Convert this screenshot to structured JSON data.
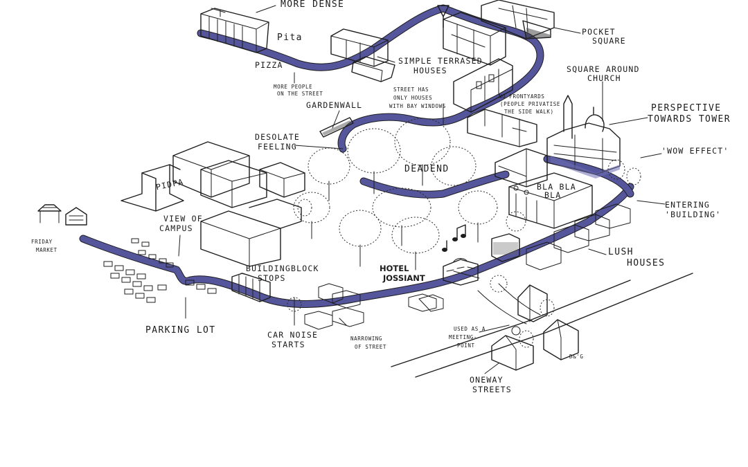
{
  "labels": {
    "more_dense": "MORE DENSE",
    "pita_1": "Pita",
    "pizza": "PIZZA",
    "more_people_1": "MORE PEOPLE",
    "more_people_2": "ON THE STREET",
    "simple_terrased_1": "SIMPLE TERRASED",
    "simple_terrased_2": "HOUSES",
    "pocket_square_1": "POCKET",
    "pocket_square_2": "SQUARE",
    "square_church_1": "SQUARE AROUND",
    "square_church_2": "CHURCH",
    "street_has_1": "STREET HAS",
    "street_has_2": "ONLY HOUSES",
    "street_has_3": "WITH BAY WINDOWS",
    "no_frontyards_1": "NO FRONTYARDS",
    "no_frontyards_2": "(PEOPLE PRIVATISE",
    "no_frontyards_3": "THE SIDE WALK)",
    "gardenwall": "GARDENWALL",
    "perspective_1": "PERSPECTIVE",
    "perspective_2": "TOWARDS TOWER",
    "desolate_1": "DESOLATE",
    "desolate_2": "FEELING",
    "wow_effect": "'WOW EFFECT'",
    "deadend": "DEADEND",
    "bla_bla_1": "BLA BLA",
    "bla_bla_2": "BLA",
    "pita_2": "PIDPA",
    "entering_1": "ENTERING",
    "entering_2": "'BUILDING'",
    "view_campus_1": "VIEW OF",
    "view_campus_2": "CAMPUS",
    "friday_market_1": "FRIDAY",
    "friday_market_2": "MARKET",
    "lush_houses_1": "LUSH",
    "lush_houses_2": "HOUSES",
    "building_block_1": "BUILDINGBLOCK",
    "building_block_2": "STOPS",
    "hotel_1": "HOTEL",
    "hotel_2": "JOSSIANT",
    "parking_lot": "PARKING LOT",
    "car_noise_1": "CAR NOISE",
    "car_noise_2": "STARTS",
    "narrowing_1": "NARROWING",
    "narrowing_2": "OF STREET",
    "meeting_point_1": "USED AS A",
    "meeting_point_2": "MEETING-",
    "meeting_point_3": "POINT",
    "oneway_1": "ONEWAY",
    "oneway_2": "STREETS",
    "signature": "D&'G"
  },
  "colors": {
    "route": "#5a5aa6",
    "ink": "#1d1d1d",
    "background": "#ffffff"
  }
}
